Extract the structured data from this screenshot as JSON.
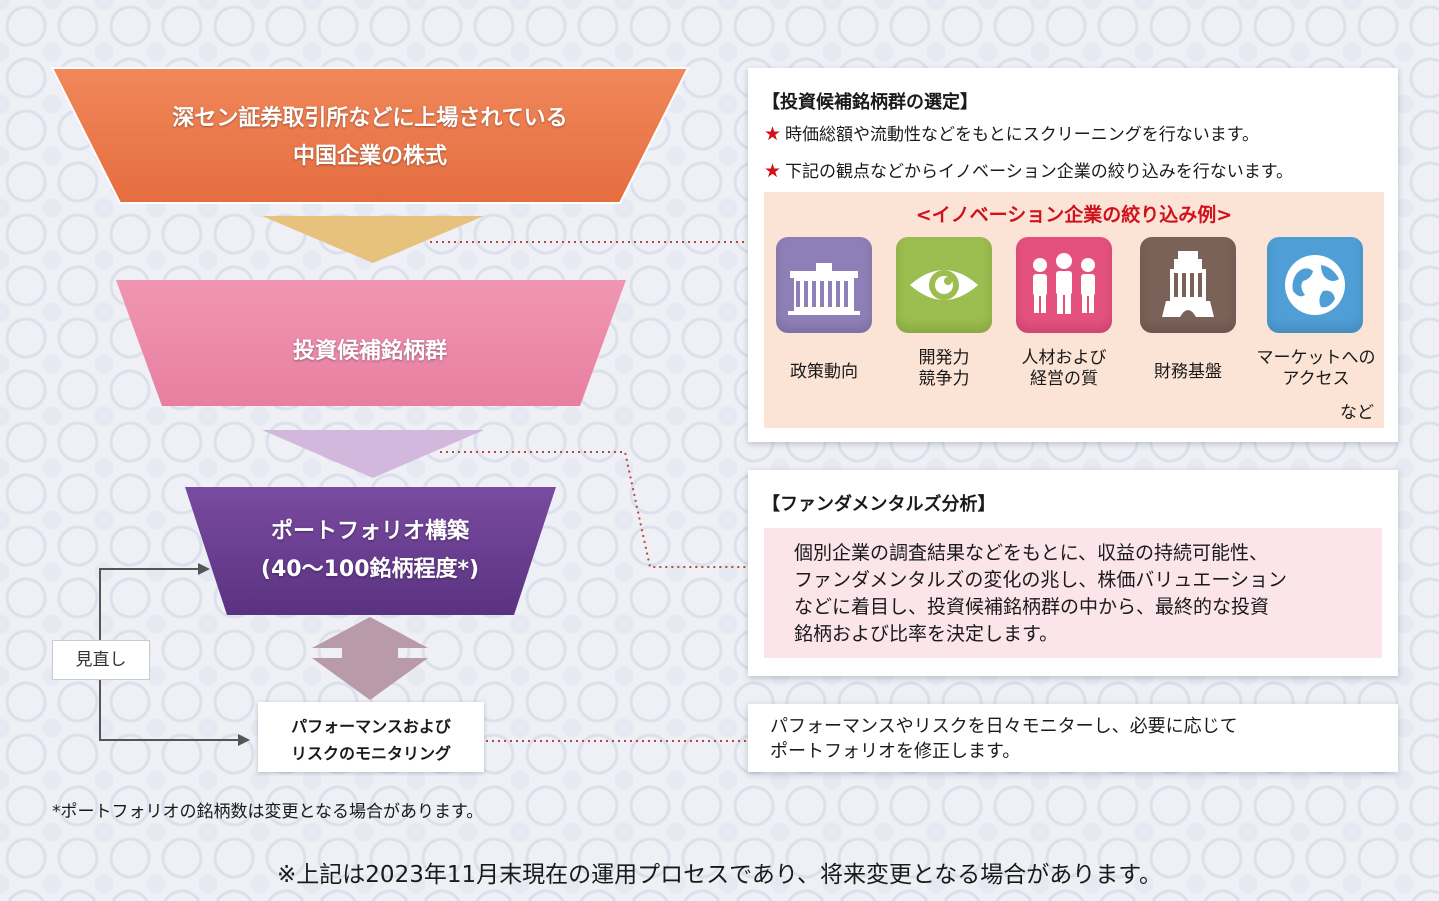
{
  "funnel": {
    "stage1_line1": "深セン証券取引所などに上場されている",
    "stage1_line2": "中国企業の株式",
    "stage2": "投資候補銘柄群",
    "stage3_line1": "ポートフォリオ構築",
    "stage3_line2": "(40〜100銘柄程度*)",
    "monitor_line1": "パフォーマンスおよび",
    "monitor_line2": "リスクのモニタリング",
    "review_label": "見直し"
  },
  "panel_selection": {
    "title": "【投資候補銘柄群の選定】",
    "star": "★",
    "bullet1": "時価総額や流動性などをもとにスクリーニングを行ないます。",
    "bullet2": "下記の観点などからイノベーション企業の絞り込みを行ないます。",
    "examples_title": "<イノベーション企業の絞り込み例>",
    "examples": [
      {
        "icon": "government-building-icon",
        "line1": "政策動向",
        "line2": "",
        "color": "#8f7fb8"
      },
      {
        "icon": "eye-icon",
        "line1": "開発力",
        "line2": "競争力",
        "color": "#9cbd4f"
      },
      {
        "icon": "people-icon",
        "line1": "人材および",
        "line2": "経営の質",
        "color": "#e5517e"
      },
      {
        "icon": "skyscraper-icon",
        "line1": "財務基盤",
        "line2": "",
        "color": "#7a6259"
      },
      {
        "icon": "globe-icon",
        "line1": "マーケットへの",
        "line2": "アクセス",
        "color": "#4f9fd6"
      }
    ],
    "etc": "など"
  },
  "panel_fundamentals": {
    "title": "【ファンダメンタルズ分析】",
    "line1": "個別企業の調査結果などをもとに、収益の持続可能性、",
    "line2": "ファンダメンタルズの変化の兆し、株価バリュエーション",
    "line3": "などに着目し、投資候補銘柄群の中から、最終的な投資",
    "line4": "銘柄および比率を決定します。"
  },
  "panel_monitoring": {
    "line1": "パフォーマンスやリスクを日々モニターし、必要に応じて",
    "line2": "ポートフォリオを修正します。"
  },
  "footnote": "*ポートフォリオの銘柄数は変更となる場合があります。",
  "bottom_note": "※上記は2023年11月末現在の運用プロセスであり、将来変更となる場合があります。",
  "colors": {
    "stage1": "#ec7a4e",
    "stage2": "#ec8aa8",
    "stage3": "#6a3d8f",
    "star": "#d0111b",
    "examples_title": "#d0111b",
    "dotted_line": "#b44a3a"
  }
}
